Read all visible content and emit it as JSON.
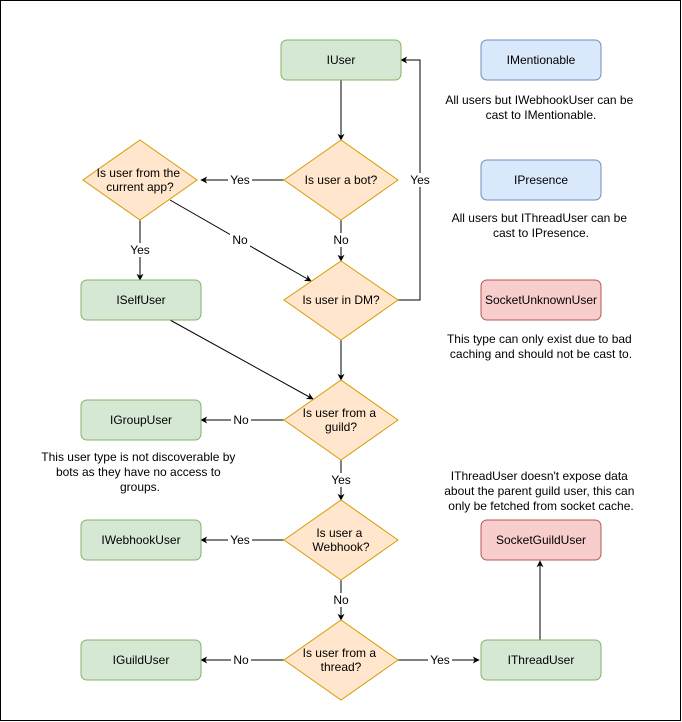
{
  "colors": {
    "green_fill": "#d5e8d4",
    "green_stroke": "#82b366",
    "blue_fill": "#dae8fc",
    "blue_stroke": "#6c8ebf",
    "red_fill": "#f8cecc",
    "red_stroke": "#b85450",
    "orange_fill": "#ffe6cc",
    "orange_stroke": "#d79b00"
  },
  "nodes": {
    "iuser": "IUser",
    "imentionable": "IMentionable",
    "ipresence": "IPresence",
    "socket_unknown_user": "SocketUnknownUser",
    "iself_user": "ISelfUser",
    "igroup_user": "IGroupUser",
    "iwebhook_user": "IWebhookUser",
    "iguild_user": "IGuildUser",
    "ithread_user": "IThreadUser",
    "socket_guild_user": "SocketGuildUser"
  },
  "decisions": {
    "is_bot": [
      "Is user a bot?"
    ],
    "current_app": [
      "Is user from the",
      "current app?"
    ],
    "in_dm": [
      "Is user in DM?"
    ],
    "from_guild": [
      "Is user from a",
      "guild?"
    ],
    "webhook": [
      "Is user a",
      "Webhook?"
    ],
    "from_thread": [
      "Is user from a",
      "thread?"
    ]
  },
  "notes": {
    "imentionable": [
      "All users but IWebhookUser can be",
      "cast to IMentionable."
    ],
    "ipresence": [
      "All users but IThreadUser can be",
      "cast to IPresence."
    ],
    "socket_unknown_user": [
      "This type can only exist due to bad",
      "caching and should not be cast to."
    ],
    "igroup_user": [
      "This user type is not discoverable by",
      "bots as they have no access to",
      "groups."
    ],
    "ithread_user": [
      "IThreadUser doesn't expose data",
      "about the parent guild user, this can",
      "only be fetched from socket cache."
    ]
  },
  "edge_labels": {
    "bot_yes": "Yes",
    "bot_no": "No",
    "dm_yes": "Yes",
    "app_yes": "Yes",
    "app_no": "No",
    "guild_no": "No",
    "guild_yes": "Yes",
    "webhook_yes": "Yes",
    "webhook_no": "No",
    "thread_no": "No",
    "thread_yes": "Yes"
  }
}
